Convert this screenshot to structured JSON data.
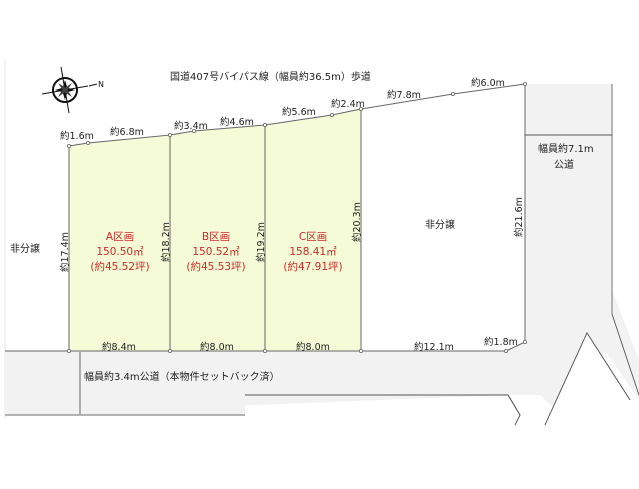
{
  "diagram": {
    "type": "land-subdivision-site-plan",
    "colors": {
      "lot_fill": "#f4fbd6",
      "road_fill": "#f2f2f2",
      "line": "#666666",
      "lot_text": "#cc2a2a",
      "text": "#222222"
    },
    "compass": {
      "icon": "compass-rose-icon",
      "north_label": "N"
    },
    "roads": {
      "top": "国道407号バイパス線（幅員約36.5m）歩道",
      "right_width": "幅員約7.1m",
      "right_type": "公道",
      "bottom": "幅員約3.4m公道（本物件セットバック済）"
    },
    "non_subdivided": {
      "left": "非分譲",
      "right": "非分譲"
    },
    "lots": [
      {
        "name": "A区画",
        "area_m2": "150.50㎡",
        "area_tsubo": "(約45.52坪)"
      },
      {
        "name": "B区画",
        "area_m2": "150.52㎡",
        "area_tsubo": "(約45.53坪)"
      },
      {
        "name": "C区画",
        "area_m2": "158.41㎡",
        "area_tsubo": "(約47.91坪)"
      }
    ],
    "dimensions": {
      "top": [
        "約1.6m",
        "約6.8m",
        "約3.4m",
        "約4.6m",
        "約5.6m",
        "約2.4m",
        "約7.8m",
        "約6.0m"
      ],
      "vertical": [
        "約17.4m",
        "約18.2m",
        "約19.2m",
        "約20.3m",
        "約21.6m"
      ],
      "bottom": [
        "約8.4m",
        "約8.0m",
        "約8.0m",
        "約12.1m",
        "約1.8m"
      ]
    }
  }
}
